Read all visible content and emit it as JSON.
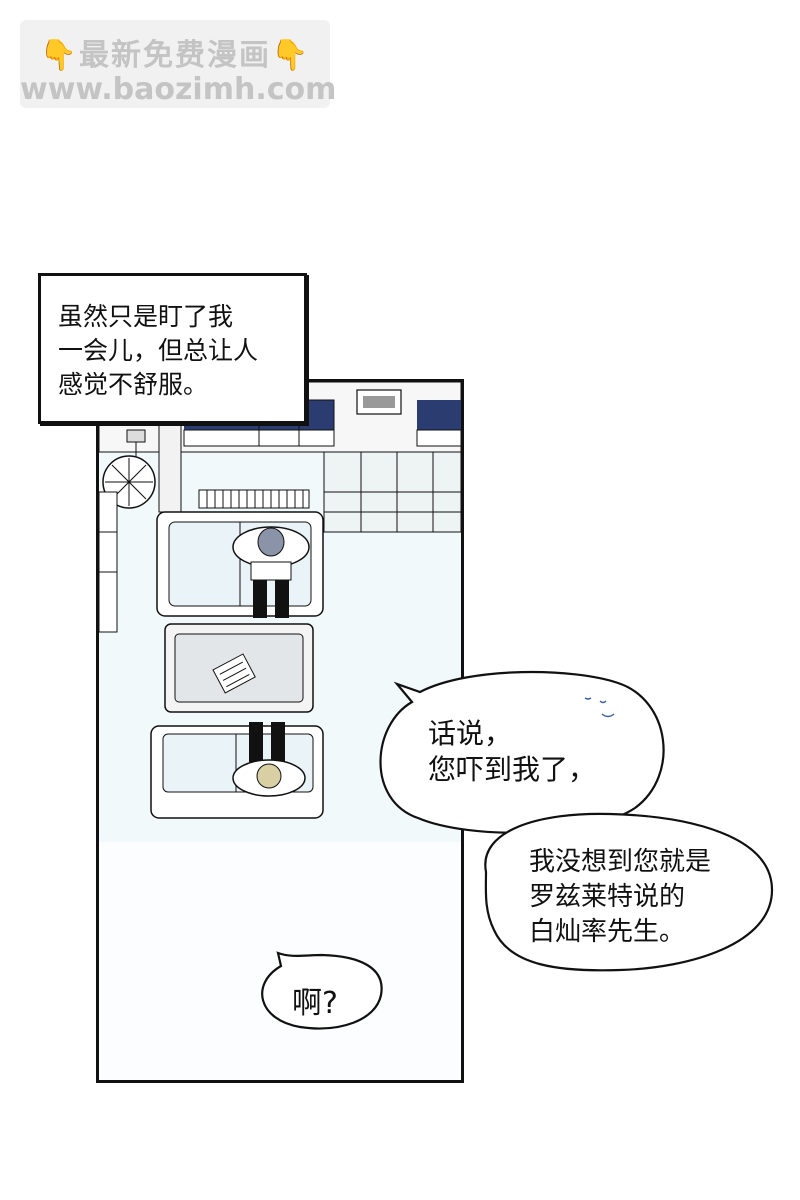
{
  "watermark": {
    "line1": "最新免费漫画",
    "line2": "www.baozimh.com",
    "hand": "👇"
  },
  "narration": {
    "lines": [
      "虽然只是盯了我",
      "一会儿，但总让人",
      "感觉不舒服。"
    ]
  },
  "bubbles": {
    "speech_1": {
      "lines": [
        "话说，",
        "您吓到我了，"
      ]
    },
    "speech_2": {
      "lines": [
        "我没想到您就是",
        "罗兹莱特说的",
        "白灿率先生。"
      ]
    },
    "speech_3": {
      "text": "啊?"
    }
  },
  "colors": {
    "ink": "#111111",
    "window_blue": "#2b3d70",
    "floor_tint": "#eaf4f8",
    "watermark_bg": "#f1f1f1",
    "watermark_text": "#c4c4c4"
  }
}
